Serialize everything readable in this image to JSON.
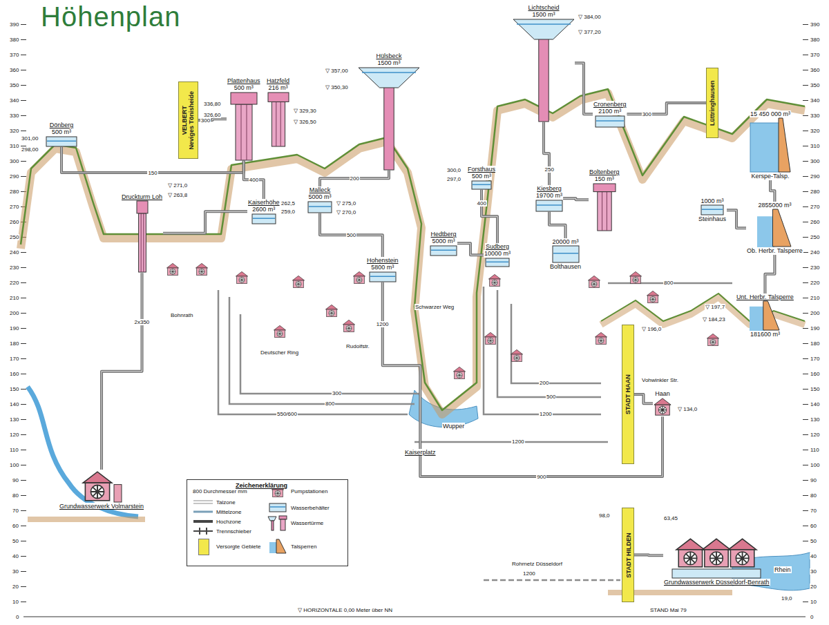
{
  "diagram": {
    "title": "Höhenplan",
    "nodes": [
      {
        "text": [
          "Dönberg",
          "500 m³"
        ]
      },
      {
        "text": [
          "Plattenhaus",
          "500 m³"
        ]
      },
      {
        "text": [
          "Hatzfeld",
          "216 m³"
        ]
      },
      {
        "text": [
          "Hülsbeck",
          "1500 m³"
        ]
      },
      {
        "text": [
          "Lichtscheid",
          "1500 m³"
        ]
      },
      {
        "text": [
          "Cronenberg",
          "2100 m³"
        ]
      },
      {
        "text": [
          "VELBERT",
          "Neviges Tönisheide"
        ]
      },
      {
        "text": [
          "Kaiserhöhe",
          "2600 m³"
        ]
      },
      {
        "text": [
          "Malleck",
          "5000 m³"
        ]
      },
      {
        "text": [
          "Hedtberg",
          "5000 m³"
        ]
      },
      {
        "text": [
          "Forsthaus",
          "500 m³"
        ]
      },
      {
        "text": [
          "Kiesberg",
          "19700 m³"
        ]
      },
      {
        "text": [
          "Boltenberg",
          "150 m³"
        ]
      },
      {
        "text": [
          "Sudberg",
          "10000 m³"
        ]
      },
      {
        "text": [
          "Hohenstein",
          "5800 m³"
        ]
      },
      {
        "text": [
          "Druckturm Loh"
        ]
      },
      {
        "text": [
          "1000 m³",
          "Steinhaus"
        ]
      },
      {
        "text": [
          "15 450 000 m³",
          "Kerspe-Talsp."
        ]
      },
      {
        "text": [
          "2855000 m³",
          "Ob. Herbr. Talsperre"
        ]
      },
      {
        "text": [
          "Unt. Herbr. Talsperre",
          "181600 m³"
        ]
      },
      {
        "text": [
          "Lüttringhausen"
        ]
      },
      {
        "text": [
          "STADT HAAN"
        ]
      },
      {
        "text": [
          "STADT HILDEN"
        ]
      },
      {
        "text": [
          "Grundwasserwerk Volmarstein"
        ]
      },
      {
        "text": [
          "Grundwasserwerk Düsseldorf-Benrath"
        ]
      },
      {
        "text": [
          "20000 m³",
          "Bolthausen"
        ]
      },
      {
        "text": [
          "Haan"
        ]
      },
      {
        "text": [
          "Kaiserplatz"
        ]
      }
    ],
    "edges": [
      {
        "from": 0,
        "to": 1,
        "arrow": "none",
        "label": "150"
      },
      {
        "from": 6,
        "to": 1,
        "arrow": "none",
        "label": "300"
      },
      {
        "from": 7,
        "to": 1,
        "arrow": "none",
        "label": "400"
      },
      {
        "from": 3,
        "to": 8,
        "arrow": "none",
        "label": "200"
      },
      {
        "from": 8,
        "to": 14,
        "arrow": "none",
        "label": "500"
      },
      {
        "from": 14,
        "to": 27,
        "arrow": "none",
        "label": "1200"
      },
      {
        "from": 11,
        "to": 4,
        "arrow": "none",
        "label": "250"
      },
      {
        "from": 4,
        "to": 5,
        "arrow": "none"
      },
      {
        "from": 12,
        "to": 11,
        "arrow": "none"
      },
      {
        "from": 5,
        "to": 20,
        "arrow": "none",
        "label": "300"
      },
      {
        "from": 10,
        "to": 13,
        "arrow": "none",
        "label": "400"
      },
      {
        "from": 9,
        "to": 13,
        "arrow": "none"
      },
      {
        "from": 25,
        "to": 11,
        "arrow": "none"
      },
      {
        "from": 16,
        "to": 18,
        "arrow": "none"
      },
      {
        "from": 17,
        "to": 18,
        "arrow": "none"
      },
      {
        "from": 19,
        "to": 18,
        "arrow": "none"
      },
      {
        "from": 15,
        "to": 23,
        "arrow": "none",
        "label": "2x350"
      },
      {
        "from": 24,
        "to": 22,
        "arrow": "none"
      },
      {
        "from": 26,
        "to": 21,
        "arrow": "none"
      },
      {
        "from": 15,
        "to": 7,
        "arrow": "none"
      },
      {
        "from": 27,
        "to": 26,
        "arrow": "none",
        "label": "900"
      }
    ],
    "labels": [
      "390",
      "380",
      "370",
      "360",
      "350",
      "340",
      "330",
      "320",
      "310",
      "300",
      "290",
      "280",
      "270",
      "260",
      "250",
      "240",
      "230",
      "220",
      "210",
      "200",
      "190",
      "180",
      "170",
      "160",
      "150",
      "140",
      "130",
      "120",
      "110",
      "100",
      "90",
      "80",
      "70",
      "60",
      "50",
      "40",
      "30",
      "20",
      "10",
      "0",
      "390",
      "380",
      "370",
      "360",
      "350",
      "340",
      "330",
      "320",
      "310",
      "300",
      "290",
      "280",
      "270",
      "260",
      "250",
      "240",
      "230",
      "220",
      "210",
      "200",
      "190",
      "180",
      "170",
      "160",
      "150",
      "140",
      "130",
      "120",
      "110",
      "100",
      "90",
      "80",
      "70",
      "60",
      "50",
      "40",
      "30",
      "20",
      "10",
      "0",
      "▽ HORIZONTALE 0,00 Meter über NN",
      "STAND Mai 79",
      "Zeichenerklärung",
      "▽ 384,00",
      "▽ 377,20",
      "▽ 357,00",
      "▽ 350,30",
      "336,80",
      "326,60",
      "▽ 329,30",
      "▽ 326,50",
      "301,00",
      "298,00",
      "▽ 271,0",
      "▽ 263,8",
      "262,5",
      "259,0",
      "▽ 275,0",
      "▽ 270,0",
      "300,0",
      "297,0",
      "▽ 197,7",
      "▽ 184,23",
      "▽ 196,0",
      "▽ 134,0",
      "98,0",
      "63,45",
      "19,0",
      "Rhein",
      "Wupper",
      "Vohwinkler Str.",
      "Rohrnetz Düsseldorf",
      "1200",
      "Bohnrath",
      "Schwarzer Weg",
      "Deutscher Ring",
      "Rudolfstr.",
      "550/600",
      "800",
      "300",
      "1200",
      "500",
      "200",
      "1200",
      "800"
    ],
    "legend": [
      {
        "text": "800 Durchmesser mm"
      },
      {
        "text": "Talzone"
      },
      {
        "text": "Mittelzone"
      },
      {
        "text": "Hochzone"
      },
      {
        "text": "Trennschieber"
      },
      {
        "text": "Pumpstationen"
      },
      {
        "text": "Wasserbehälter"
      },
      {
        "text": "Wassertürme"
      },
      {
        "text": "Versorgte Gebiete",
        "color": "#f2e84b"
      },
      {
        "text": "Talsperren"
      }
    ]
  }
}
